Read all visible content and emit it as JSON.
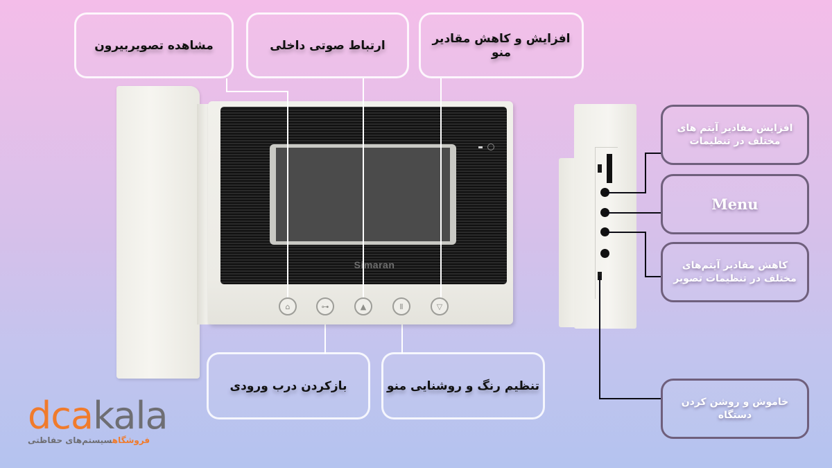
{
  "colors": {
    "background_top": "#f4bde9",
    "background_bottom": "#b4c3ef",
    "callout_light_border": "#ffffff",
    "callout_dark_border": "#6f5f7c",
    "brand_orange": "#f07b2c",
    "brand_gray": "#6e6e73"
  },
  "device": {
    "brand": "Simaran"
  },
  "front_callouts": {
    "top": [
      {
        "label": "مشاهده تصویربیرون"
      },
      {
        "label": "ارتباط صوتی داخلی"
      },
      {
        "label": "افزایش و کاهش مقادیر منو"
      }
    ],
    "bottom": [
      {
        "label": "بازکردن درب ورودی"
      },
      {
        "label": "تنظیم رنگ و روشنایی منو"
      }
    ]
  },
  "front_buttons": [
    {
      "icon": "monitor-view-icon",
      "glyph": "⌂"
    },
    {
      "icon": "unlock-key-icon",
      "glyph": "⊶"
    },
    {
      "icon": "up-triangle-icon",
      "glyph": "▲"
    },
    {
      "icon": "handset-talk-icon",
      "glyph": "Ⅱ"
    },
    {
      "icon": "down-triangle-icon",
      "glyph": "▽"
    }
  ],
  "side_callouts": [
    {
      "label": "افزایش مقادیر آیتم های مختلف در تنظیمات"
    },
    {
      "label": "Menu"
    },
    {
      "label": "کاهش مقادیر آیتم‌های مختلف در تنظیمات تصویر"
    },
    {
      "label": "خاموش و روشن کردن دستگاه"
    }
  ],
  "logo": {
    "part1": "dca",
    "part2": "kala",
    "tagline_1": "فروشگاه",
    "tagline_2": "سیستم‌های حفاظتی"
  }
}
